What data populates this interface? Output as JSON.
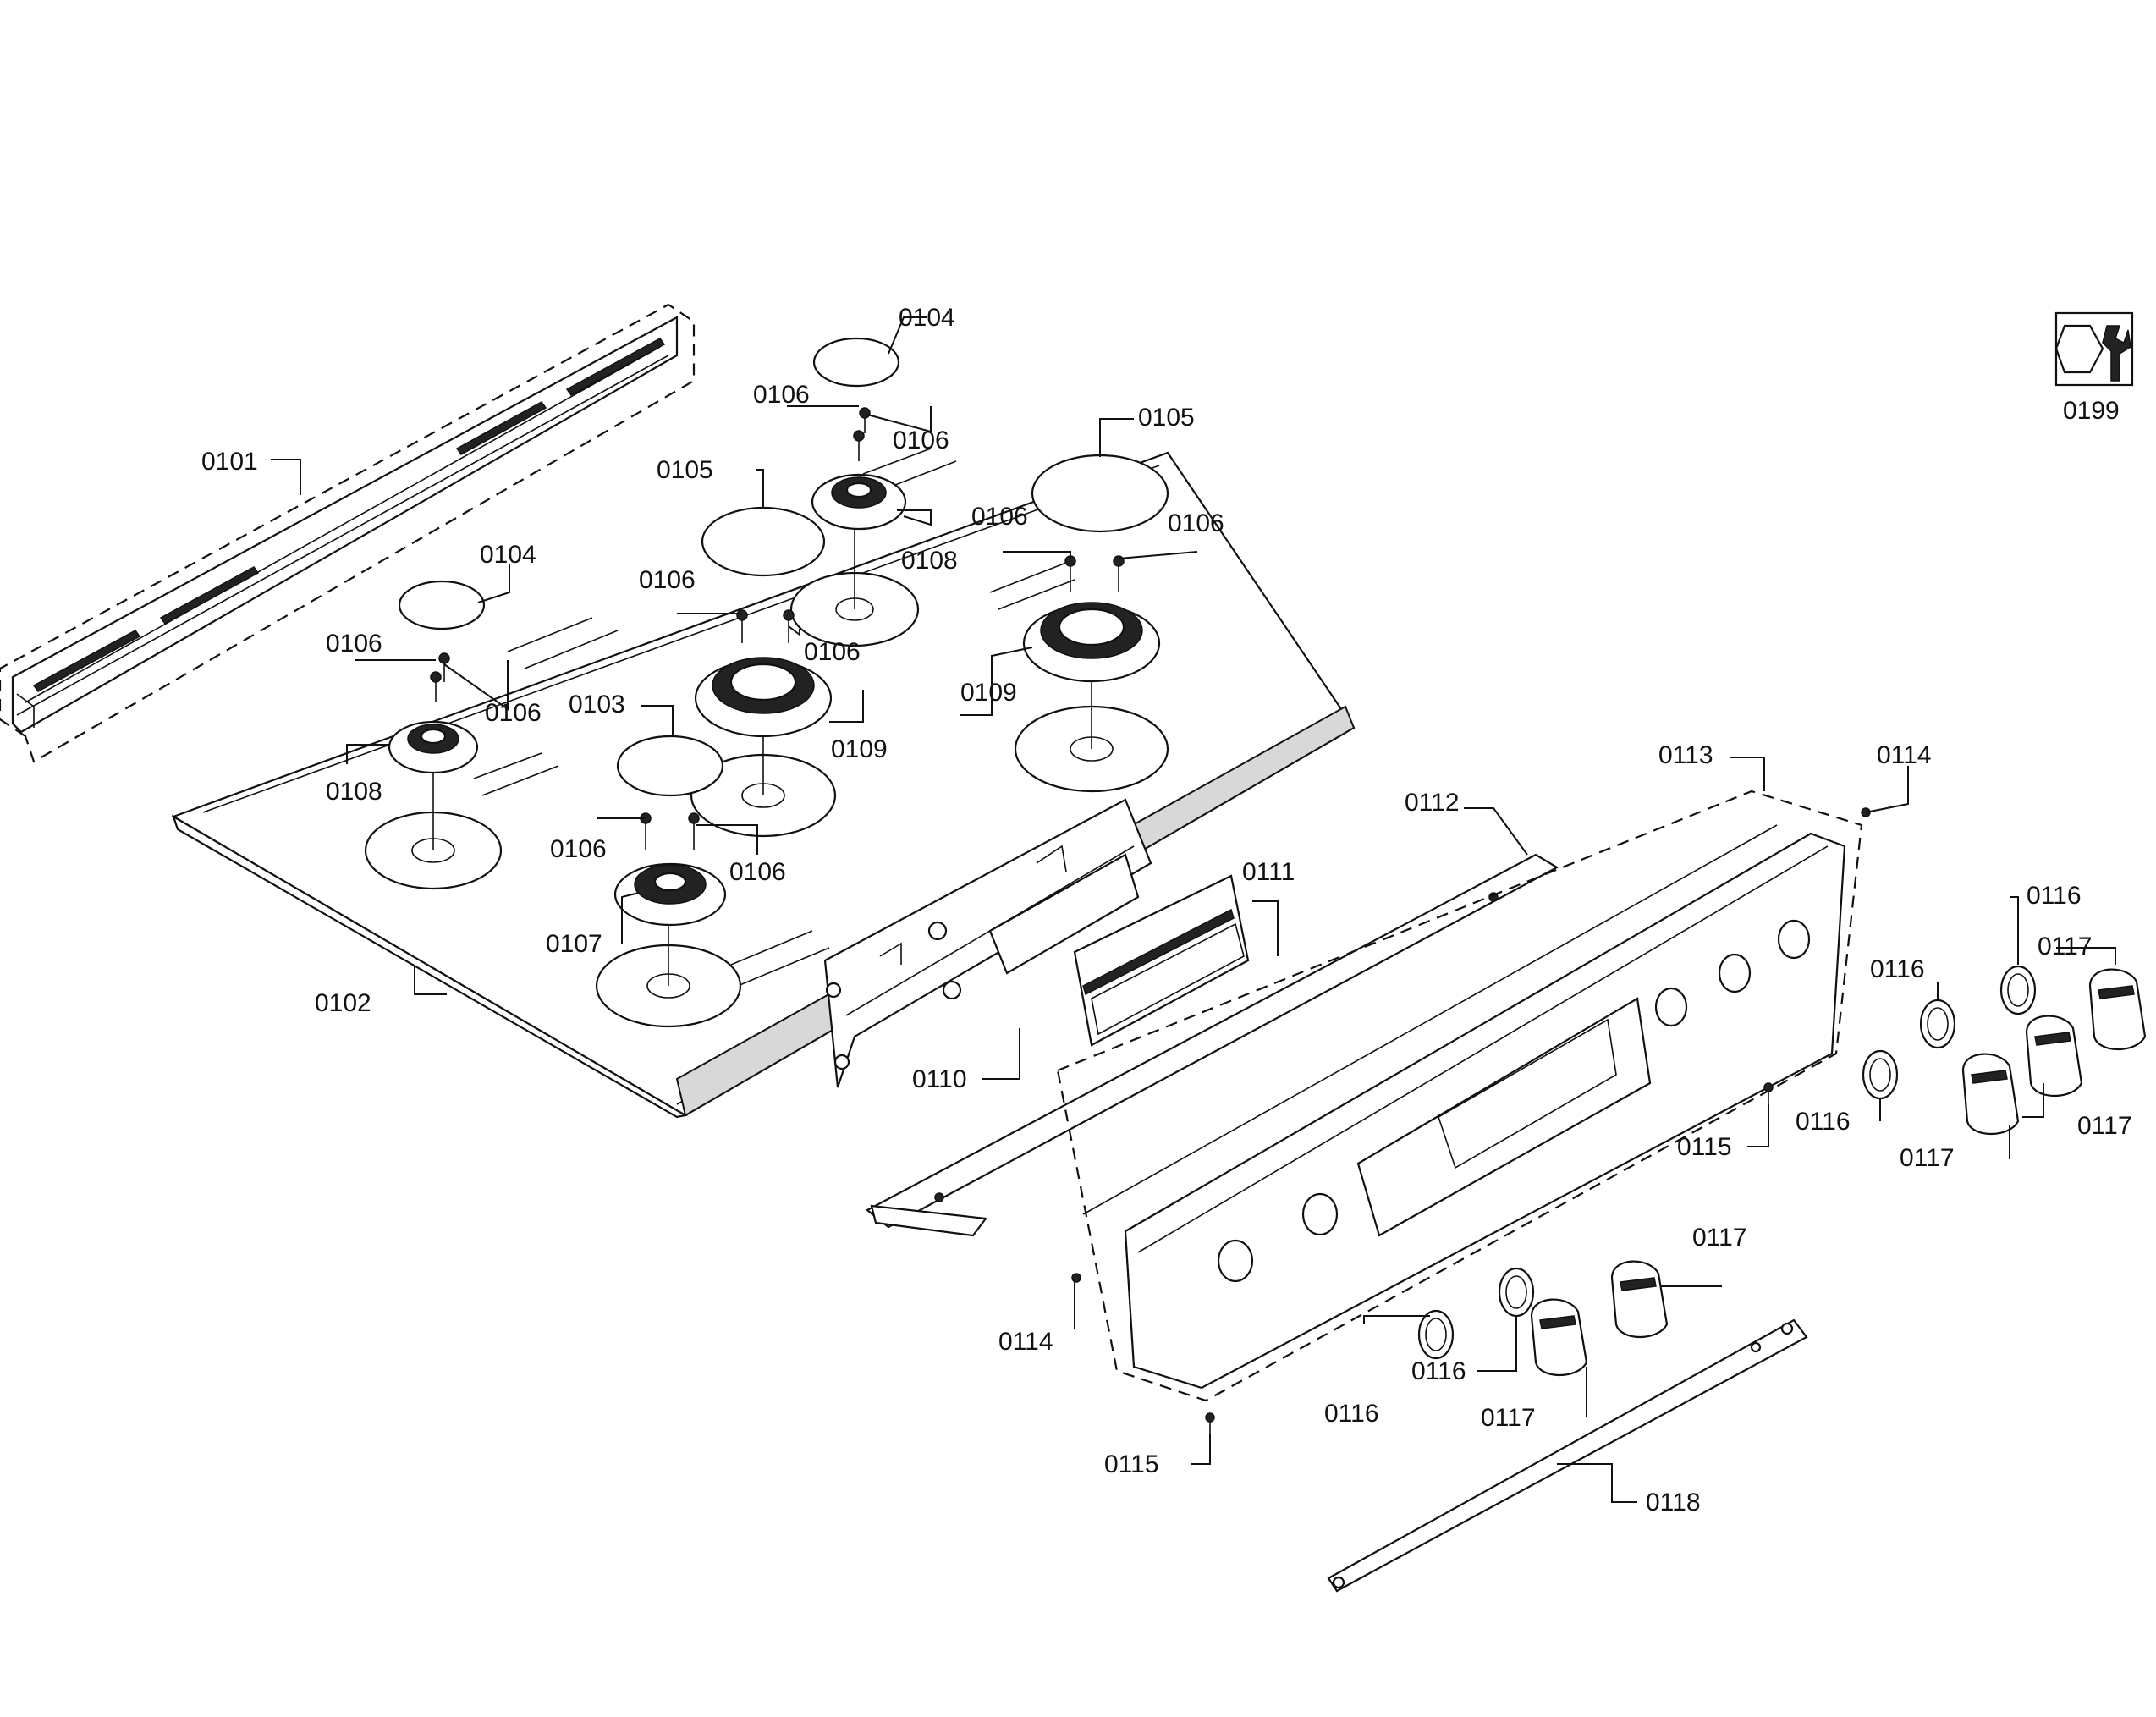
{
  "diagram": {
    "callouts": {
      "c0101": "0101",
      "c0102": "0102",
      "c0103": "0103",
      "c0104a": "0104",
      "c0104b": "0104",
      "c0105a": "0105",
      "c0105b": "0105",
      "c0106a": "0106",
      "c0106b": "0106",
      "c0106c": "0106",
      "c0106d": "0106",
      "c0106e": "0106",
      "c0106f": "0106",
      "c0106g": "0106",
      "c0106h": "0106",
      "c0106i": "0106",
      "c0106j": "0106",
      "c0107": "0107",
      "c0108a": "0108",
      "c0108b": "0108",
      "c0109a": "0109",
      "c0109b": "0109",
      "c0110": "0110",
      "c0111": "0111",
      "c0112": "0112",
      "c0113": "0113",
      "c0114a": "0114",
      "c0114b": "0114",
      "c0115a": "0115",
      "c0115b": "0115",
      "c0116a": "0116",
      "c0116b": "0116",
      "c0116c": "0116",
      "c0116d": "0116",
      "c0116e": "0116",
      "c0117a": "0117",
      "c0117b": "0117",
      "c0117c": "0117",
      "c0117d": "0117",
      "c0117e": "0117",
      "c0118": "0118",
      "c0199": "0199"
    },
    "icons": {
      "tool_icon": "wrench-nut-icon"
    }
  }
}
